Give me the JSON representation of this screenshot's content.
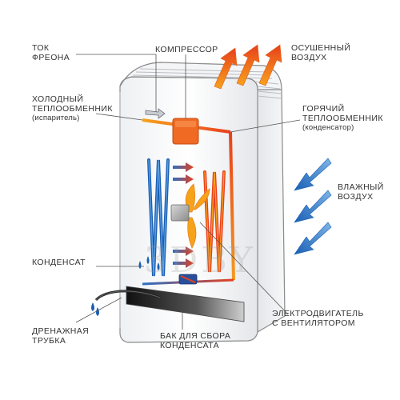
{
  "labels": {
    "freon_flow": [
      "ТОК",
      "ФРЕОНА"
    ],
    "cold_exchanger": [
      "ХОЛОДНЫЙ",
      "ТЕПЛООБМЕННИК",
      "(испаритель)"
    ],
    "compressor": "КОМПРЕССОР",
    "dry_air": [
      "ОСУШЕННЫЙ",
      "ВОЗДУХ"
    ],
    "hot_exchanger": [
      "ГОРЯЧИЙ",
      "ТЕПЛООБМЕННИК",
      "(конденсатор)"
    ],
    "humid_air": [
      "ВЛАЖНЫЙ",
      "ВОЗДУХ"
    ],
    "condensate": "КОНДЕНСАТ",
    "motor_fan": [
      "ЭЛЕКТРОДВИГАТЕЛЬ",
      "С ВЕНТИЛЯТОРОМ"
    ],
    "drain_tube": [
      "ДРЕНАЖНАЯ",
      "ТРУБКА"
    ],
    "condensate_tank": [
      "БАК ДЛЯ СБОРА",
      "КОНДЕНСАТА"
    ]
  },
  "watermark": "3DBY",
  "colors": {
    "cold": "#1a5fb4",
    "hot": "#e8401c",
    "warm": "#f7a21b",
    "compressor": "#f06a23",
    "outline": "#8a8a8a",
    "label": "#333333"
  }
}
